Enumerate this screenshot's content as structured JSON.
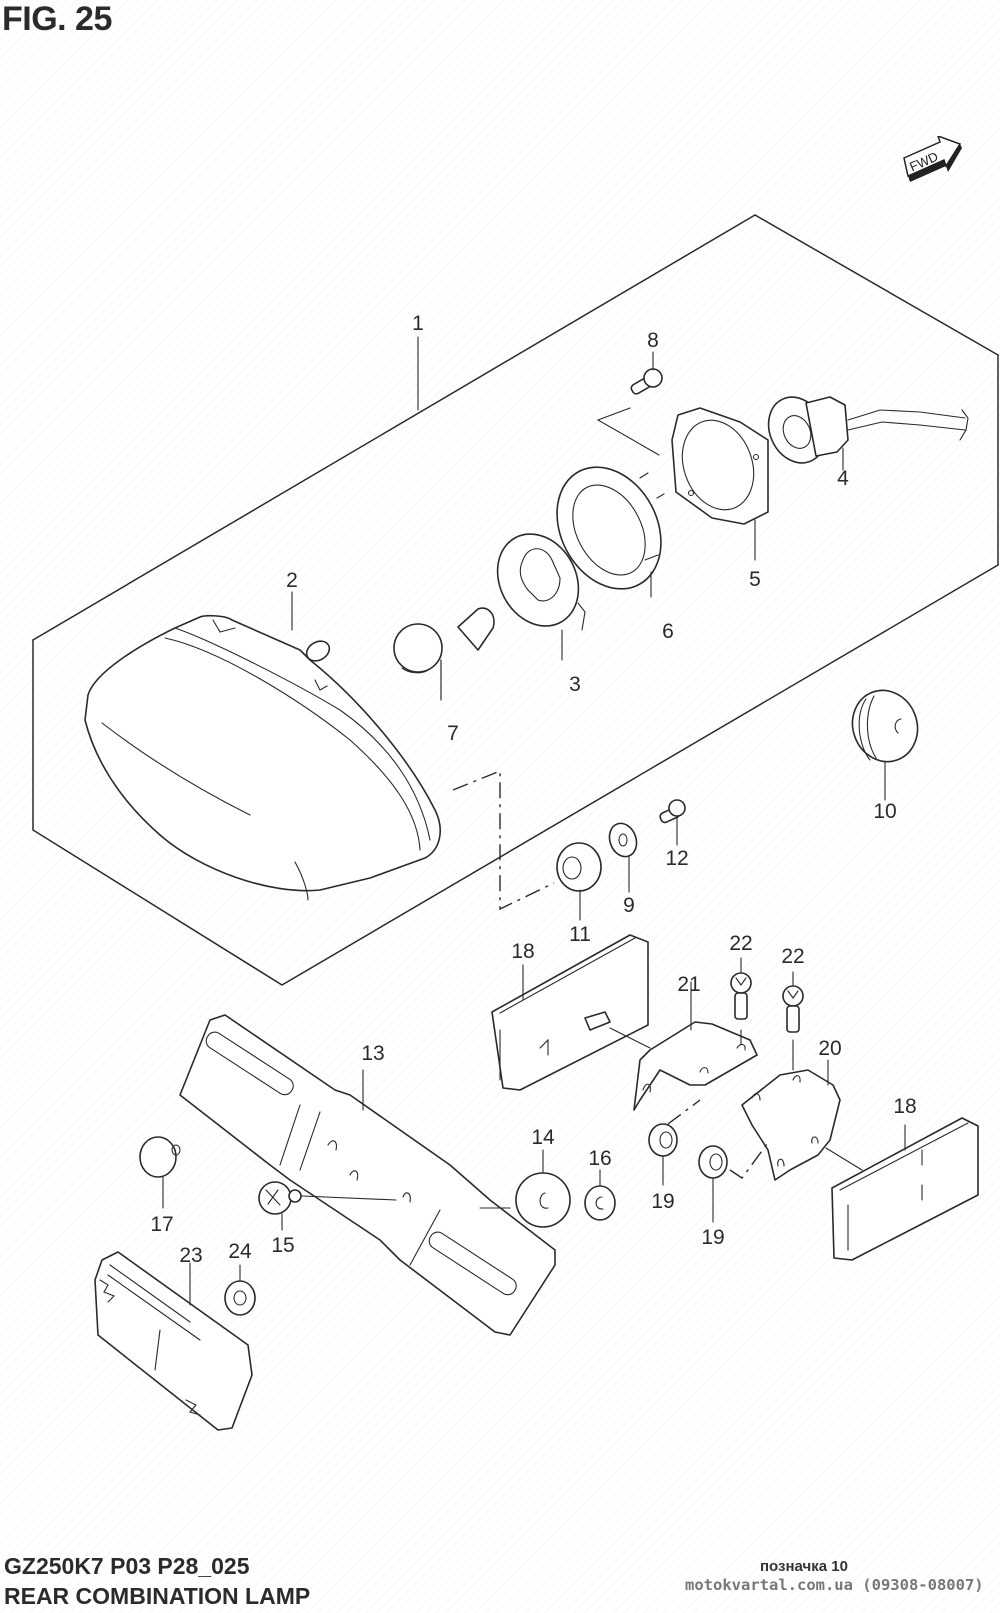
{
  "figure": {
    "title": "FIG. 25",
    "direction_badge": "FWD",
    "model_code": "GZ250K7 P03 P28_025",
    "assembly_name": "REAR COMBINATION LAMP"
  },
  "watermark": {
    "mark_label": "позначка 10",
    "site": "motokvartal.com.ua (09308-08007)"
  },
  "callouts": [
    {
      "ref": "1",
      "part": "rear-combination-lamp-assy"
    },
    {
      "ref": "2",
      "part": "lens-housing"
    },
    {
      "ref": "3",
      "part": "bulb-retainer-plate"
    },
    {
      "ref": "4",
      "part": "socket-with-wire"
    },
    {
      "ref": "5",
      "part": "gasket-plate"
    },
    {
      "ref": "6",
      "part": "lock-ring"
    },
    {
      "ref": "7",
      "part": "bulb"
    },
    {
      "ref": "8",
      "part": "screw"
    },
    {
      "ref": "9",
      "part": "washer"
    },
    {
      "ref": "10",
      "part": "cushion"
    },
    {
      "ref": "11",
      "part": "grommet"
    },
    {
      "ref": "12",
      "part": "screw"
    },
    {
      "ref": "13",
      "part": "license-plate-bracket"
    },
    {
      "ref": "14",
      "part": "washer"
    },
    {
      "ref": "15",
      "part": "screw"
    },
    {
      "ref": "16",
      "part": "nut"
    },
    {
      "ref": "17",
      "part": "cushion"
    },
    {
      "ref": "18",
      "part": "reflector-left"
    },
    {
      "ref": "18",
      "part": "reflector-right"
    },
    {
      "ref": "19",
      "part": "nut"
    },
    {
      "ref": "19",
      "part": "nut"
    },
    {
      "ref": "20",
      "part": "reflector-bracket-right"
    },
    {
      "ref": "21",
      "part": "reflector-bracket-left"
    },
    {
      "ref": "22",
      "part": "screw"
    },
    {
      "ref": "22",
      "part": "screw"
    },
    {
      "ref": "23",
      "part": "rear-reflector"
    },
    {
      "ref": "24",
      "part": "nut"
    }
  ]
}
